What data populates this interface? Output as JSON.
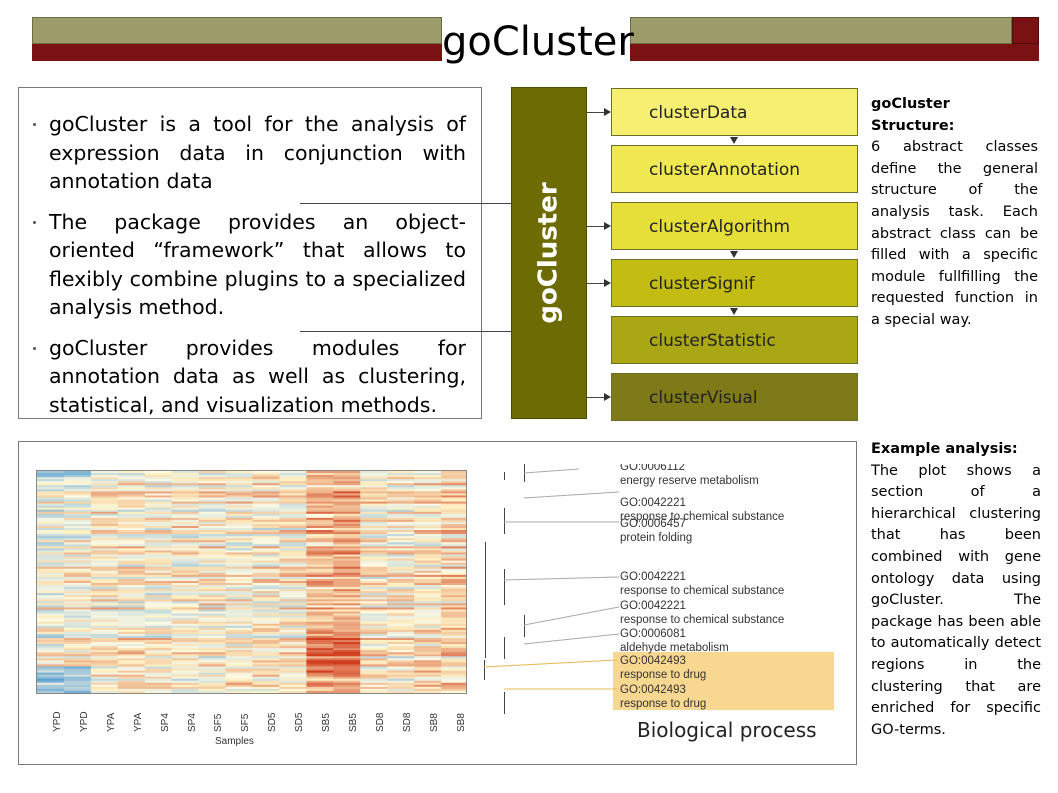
{
  "title": "goCluster",
  "intro": {
    "bullets": [
      "goCluster is a tool for the analysis of expression data in conjunction with annotation data",
      "The package provides an object-oriented “framework” that allows to flexibly combine plugins to a specialized analysis method.",
      "goCluster provides modules for annotation data as well as clustering, statistical, and visualization methods."
    ]
  },
  "structure": {
    "bar_label": "goCluster",
    "classes": [
      {
        "label": "clusterData",
        "color": "#f7ef70"
      },
      {
        "label": "clusterAnnotation",
        "color": "#f0e850"
      },
      {
        "label": "clusterAlgorithm",
        "color": "#e6df3a"
      },
      {
        "label": "clusterSignif",
        "color": "#c2bc13"
      },
      {
        "label": "clusterStatistic",
        "color": "#a9a714"
      },
      {
        "label": "clusterVisual",
        "color": "#7f7a18"
      }
    ]
  },
  "structure_note": {
    "heading": "goCluster Structure:",
    "body": "6 abstract classes define the general structure of the analysis task. Each abstract class can be filled with a specific module fullfilling the requested function in a special way."
  },
  "example_note": {
    "heading": "Example analysis:",
    "body": "The plot shows a section of a hierarchical clustering that has been combined with gene ontology data using goCluster. The package has been able to automatically detect regions in the clustering that are enriched for specific GO-terms."
  },
  "figure": {
    "samples": [
      "YPD",
      "YPD",
      "YPA",
      "YPA",
      "SP4",
      "SP4",
      "SF5",
      "SF5",
      "SD5",
      "SD5",
      "SB5",
      "SB5",
      "SD8",
      "SD8",
      "SB8",
      "SB8"
    ],
    "xlabel": "Samples",
    "go_terms": [
      {
        "id": "GO:0006112",
        "name": "energy reserve metabolism"
      },
      {
        "id": "GO:0042221",
        "name": "response to chemical substance"
      },
      {
        "id": "GO:0006457",
        "name": "protein folding"
      },
      {
        "id": "GO:0042221",
        "name": "response to chemical substance"
      },
      {
        "id": "GO:0042221",
        "name": "response to chemical substance"
      },
      {
        "id": "GO:0006081",
        "name": "aldehyde metabolism"
      },
      {
        "id": "GO:0042493",
        "name": "response to drug"
      },
      {
        "id": "GO:0042493",
        "name": "response to drug"
      }
    ],
    "caption": "Biological process",
    "colors": {
      "highlight": "#f8d890",
      "heat_low": "#5aa0d0",
      "heat_high": "#d03018"
    }
  }
}
